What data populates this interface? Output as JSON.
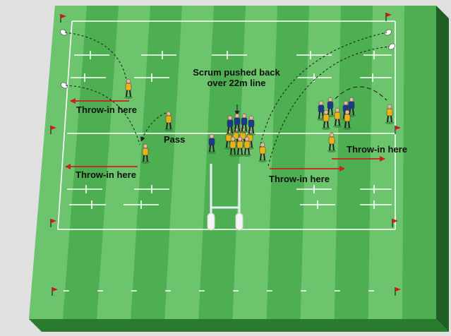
{
  "diagram": {
    "labels": {
      "scrum_line1": "Scrum pushed back",
      "scrum_line2": "over 22m line",
      "throw_in_top_left": "Throw-in here",
      "throw_in_bottom_left": "Throw-in here",
      "throw_in_center": "Throw-in here",
      "throw_in_right": "Throw-in here",
      "pass": "Pass"
    },
    "colors": {
      "background": "#e0e0e0",
      "pitch_light": "#6cc56c",
      "pitch_dark": "#4eae52",
      "lines": "#ffffff",
      "arrows": "#cc1f1f",
      "flags": "#d01818",
      "team_yellow": "#e8b21a",
      "team_blue": "#1a3a8a"
    },
    "icons": [
      "corner-flag-icon",
      "rugby-ball-icon",
      "goal-posts-icon",
      "player-icon"
    ]
  }
}
